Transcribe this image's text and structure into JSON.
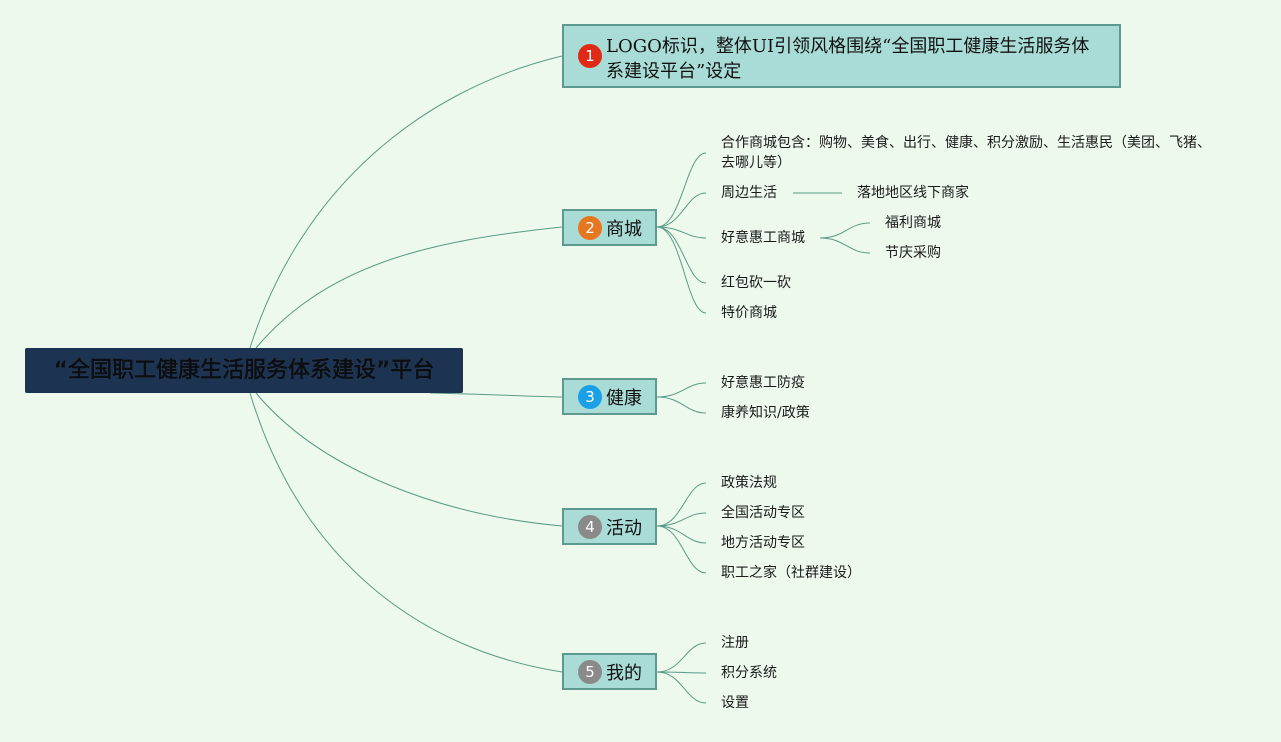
{
  "root": {
    "label": "“全国职工健康生活服务体系建设”平台"
  },
  "branches": [
    {
      "num": "1",
      "color": "#e02a16",
      "label": "LOGO标识，整体UI引领风格围绕“全国职工健康生活服务体系建设平台”设定"
    },
    {
      "num": "2",
      "color": "#e8761f",
      "label": "商城"
    },
    {
      "num": "3",
      "color": "#1aa0e6",
      "label": "健康"
    },
    {
      "num": "4",
      "color": "#8a8a8a",
      "label": "活动"
    },
    {
      "num": "5",
      "color": "#8a8a8a",
      "label": "我的"
    }
  ],
  "mall": {
    "items": [
      "合作商城包含：购物、美食、出行、健康、积分激励、生活惠民（美团、飞猪、去哪儿等）",
      "周边生活",
      "好意惠工商城",
      "红包砍一砍",
      "特价商城"
    ],
    "nearby_child": "落地地区线下商家",
    "haoyi_children": [
      "福利商城",
      "节庆采购"
    ]
  },
  "health": {
    "items": [
      "好意惠工防疫",
      "康养知识/政策"
    ]
  },
  "activity": {
    "items": [
      "政策法规",
      "全国活动专区",
      "地方活动专区",
      "职工之家（社群建设）"
    ]
  },
  "mine": {
    "items": [
      "注册",
      "积分系统",
      "设置"
    ]
  },
  "colors": {
    "line": "#5a9a86",
    "background": "#eef9ee",
    "root_bg": "#1c3352",
    "branch_bg": "#a9dcd6"
  }
}
